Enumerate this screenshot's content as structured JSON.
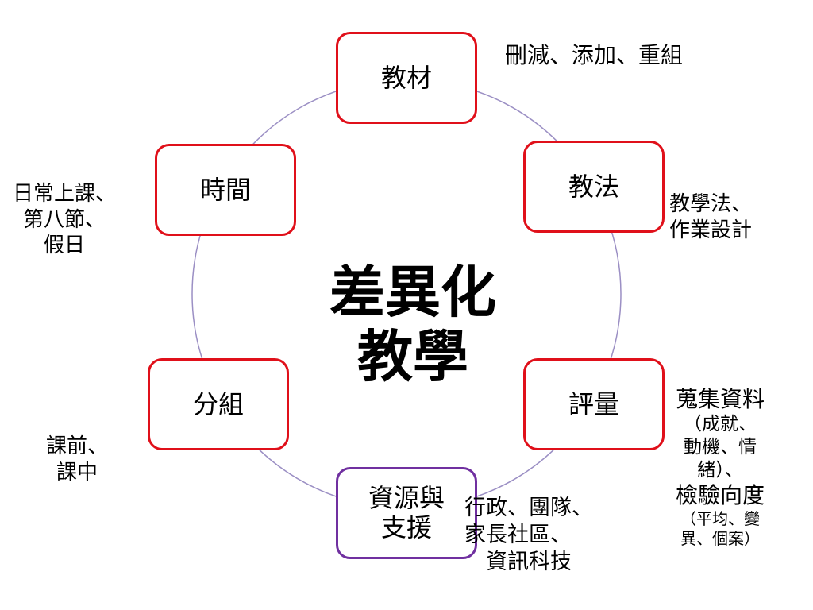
{
  "center_title": [
    "差異化",
    "教學"
  ],
  "nodes": {
    "materials": "教材",
    "methods": "教法",
    "assessment": "評量",
    "resources": [
      "資源與",
      "支援"
    ],
    "grouping": "分組",
    "time": "時間"
  },
  "notes": {
    "materials": "刪減、添加、重組",
    "methods": [
      "教學法、",
      "作業設計"
    ],
    "assessment": [
      "蒐集資料",
      "（成就、",
      "動機、情",
      "緒）、",
      "檢驗向度",
      "（平均、變",
      "異、個案）"
    ],
    "resources": [
      "行政、團隊、",
      "家長社區、",
      "資訊科技"
    ],
    "grouping": [
      "課前、",
      "課中"
    ],
    "time": [
      "日常上課、",
      "第八節、",
      "假日"
    ]
  },
  "colors": {
    "node_border": "#e0101a",
    "resources_border": "#7030a0",
    "ring": "#9b8fc4"
  }
}
